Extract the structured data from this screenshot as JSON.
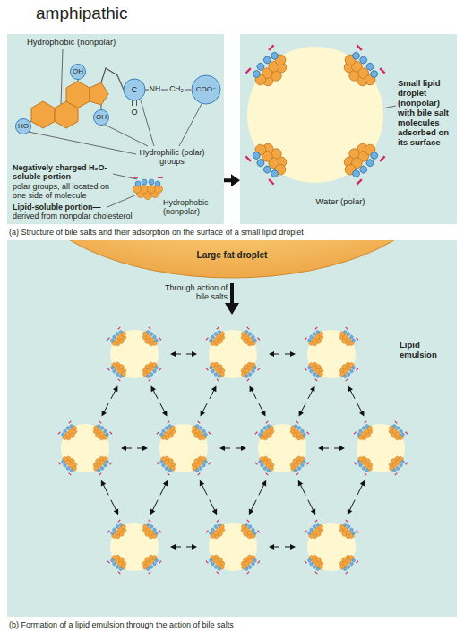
{
  "diagram": {
    "title": "amphipathic",
    "nodes": [
      {
        "text": [
          "Hydrophobic (nonpolar)",
          "Hydrophilic (polar) groups",
          "Negatively charged H₂O-soluble portion—",
          "polar groups, all located on one side of molecule",
          "Hydrophobic (nonpolar)",
          "Lipid-soluble portion—",
          "derived from nonpolar cholesterol"
        ]
      },
      {
        "text": [
          "Small lipid droplet (nonpolar) with bile salt molecules adsorbed on its surface",
          "Water (polar)"
        ]
      },
      {
        "text": [
          "Through action of bile salts",
          "Lipid emulsion"
        ]
      },
      {
        "text": [
          "Large fat droplet"
        ],
        "in": 2
      }
    ],
    "edges": [
      {
        "from": 0,
        "to": 1,
        "arrow": "to"
      }
    ],
    "labels": [
      "OH",
      "OH",
      "HO",
      "C",
      "O",
      "NH",
      "CH₂",
      "COO⁻",
      "(a) Structure of bile salts and their adsorption on the surface of a small lipid droplet",
      "(b) Formation of a lipid emulsion through the action of bile salts"
    ]
  }
}
